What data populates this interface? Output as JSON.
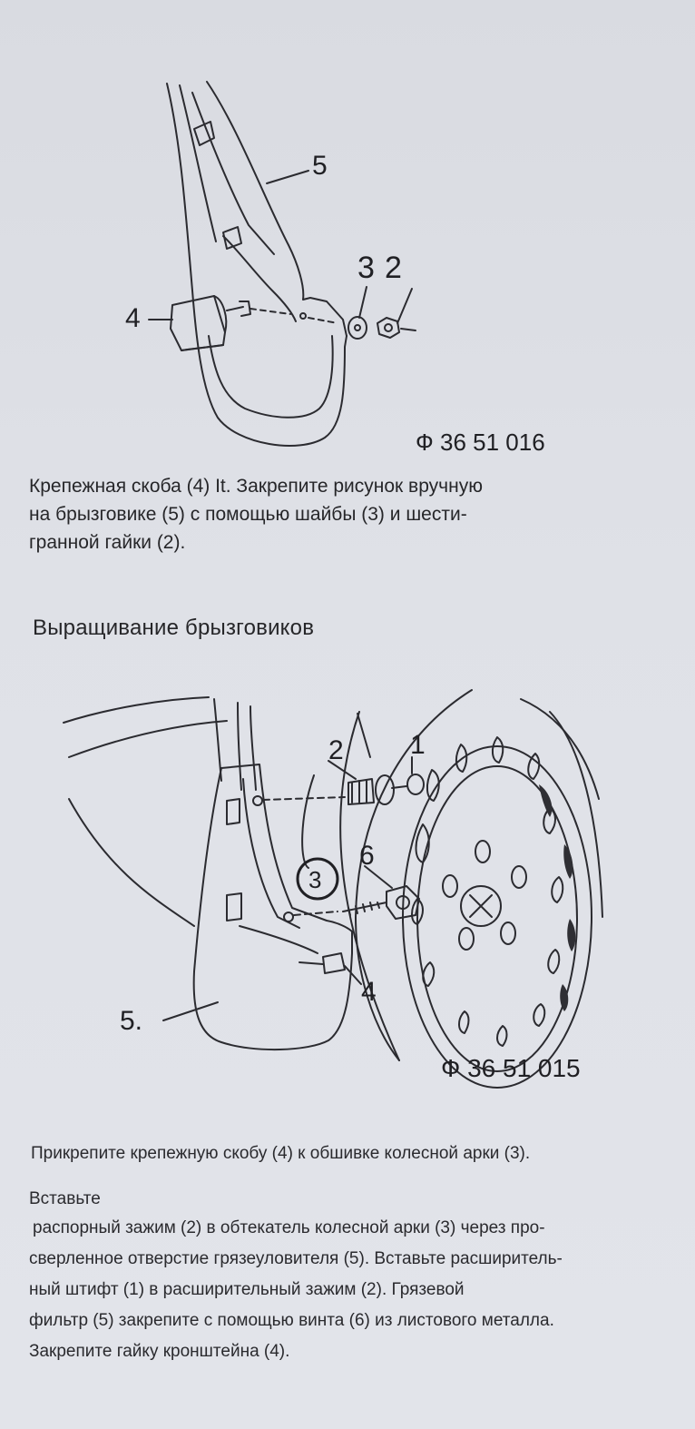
{
  "figure1": {
    "callouts": {
      "part5": "5",
      "part3": "3",
      "part2": "2",
      "part4": "4"
    },
    "code": "Ф 36 51 016"
  },
  "caption1": {
    "lines": [
      "Крепежная скоба (4) It. Закрепите рисунок вручную",
      "на брызговике (5) с помощью шайбы (3) и шести-",
      "гранной гайки (2)."
    ]
  },
  "section_heading": "Выращивание брызговиков",
  "figure2": {
    "callouts": {
      "part2": "2",
      "part1": "1",
      "part6": "6",
      "part3": "3",
      "part4": "4",
      "part5": "5."
    },
    "code": "Ф 36 51 015"
  },
  "caption2": {
    "lines": [
      "Прикрепите крепежную скобу (4) к обшивке колесной арки (3).",
      "Вставьте",
      "распорный зажим (2) в обтекатель колесной арки (3) через про-",
      "сверленное отверстие грязеуловителя (5). Вставьте расширитель-",
      "ный штифт (1) в расширительный зажим (2). Грязевой",
      "фильтр (5) закрепите с помощью винта (6) из листового металла.",
      "Закрепите гайку кронштейна (4)."
    ]
  }
}
